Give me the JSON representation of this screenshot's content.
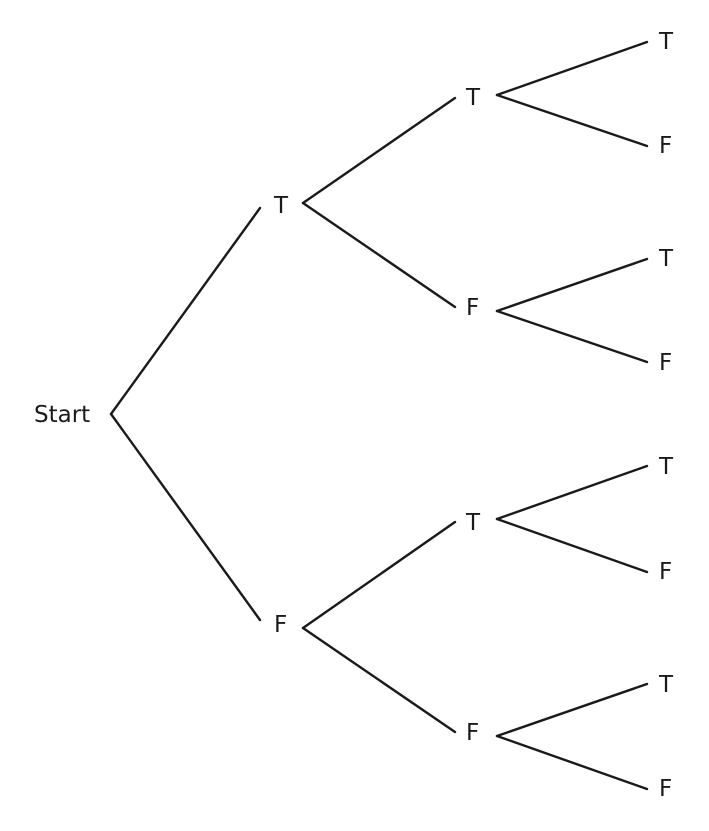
{
  "diagram": {
    "root": {
      "label": "Start",
      "children": [
        {
          "label": "T",
          "children": [
            {
              "label": "T",
              "children": [
                {
                  "label": "T"
                },
                {
                  "label": "F"
                }
              ]
            },
            {
              "label": "F",
              "children": [
                {
                  "label": "T"
                },
                {
                  "label": "F"
                }
              ]
            }
          ]
        },
        {
          "label": "F",
          "children": [
            {
              "label": "T",
              "children": [
                {
                  "label": "T"
                },
                {
                  "label": "F"
                }
              ]
            },
            {
              "label": "F",
              "children": [
                {
                  "label": "T"
                },
                {
                  "label": "F"
                }
              ]
            }
          ]
        }
      ]
    }
  }
}
